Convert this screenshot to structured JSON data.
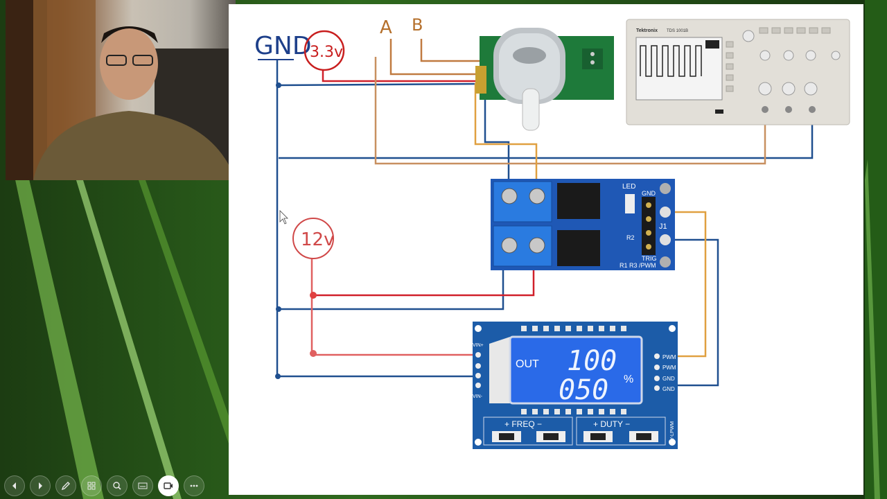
{
  "diagram": {
    "labels": {
      "gnd": "GND",
      "v33": "3.3v",
      "v12": "12v",
      "a": "A",
      "b": "B"
    },
    "mosfet": {
      "led": "LED",
      "gnd": "GND",
      "j1": "J1",
      "r2": "R2",
      "trig": "TRIG",
      "r1r3pwm": "R1 R3 /PWM"
    },
    "pwm_module": {
      "out": "OUT",
      "freq": "100",
      "duty": "050",
      "percent": "%",
      "vin_plus": "VIN+",
      "vin_minus": "VIN-",
      "pin_pwm1": "PWM",
      "pin_pwm2": "PWM",
      "pin_gnd1": "GND",
      "pin_gnd2": "GND",
      "freq_btn": "+ FREQ −",
      "duty_btn": "+ DUTY −",
      "model": "XY-LPWM"
    },
    "scope": {
      "brand": "Tektronix",
      "model": "TDS 1001B"
    }
  },
  "toolbar": [
    "previous-icon",
    "next-icon",
    "pen-icon",
    "slides-icon",
    "zoom-icon",
    "subtitles-icon",
    "camera-icon",
    "more-icon"
  ],
  "colors": {
    "wire_blue": "#1f4f8f",
    "wire_red": "#d0202a",
    "wire_orange": "#e0a040",
    "wire_brown": "#c07a40",
    "annot_blue": "#1d3f8a",
    "annot_red": "#c81e1e",
    "annot_brown": "#b5702c"
  }
}
